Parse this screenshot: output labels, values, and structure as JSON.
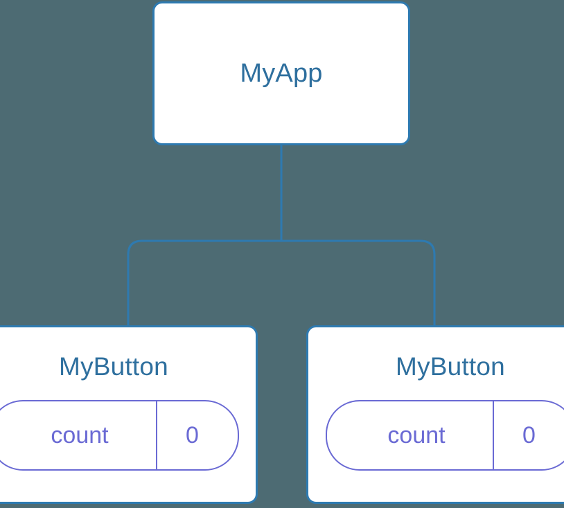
{
  "diagram": {
    "type": "component-tree",
    "background_color": "#4d6b73",
    "edge_color": "#2e7ab0",
    "node_border_color": "#2e7ab0",
    "node_fill_color": "#ffffff",
    "node_title_color": "#2e6f9e",
    "property_color": "#6a6ad4",
    "root": {
      "title": "MyApp"
    },
    "children": [
      {
        "title": "MyButton",
        "property": {
          "key": "count",
          "value": "0"
        }
      },
      {
        "title": "MyButton",
        "property": {
          "key": "count",
          "value": "0"
        }
      }
    ]
  }
}
